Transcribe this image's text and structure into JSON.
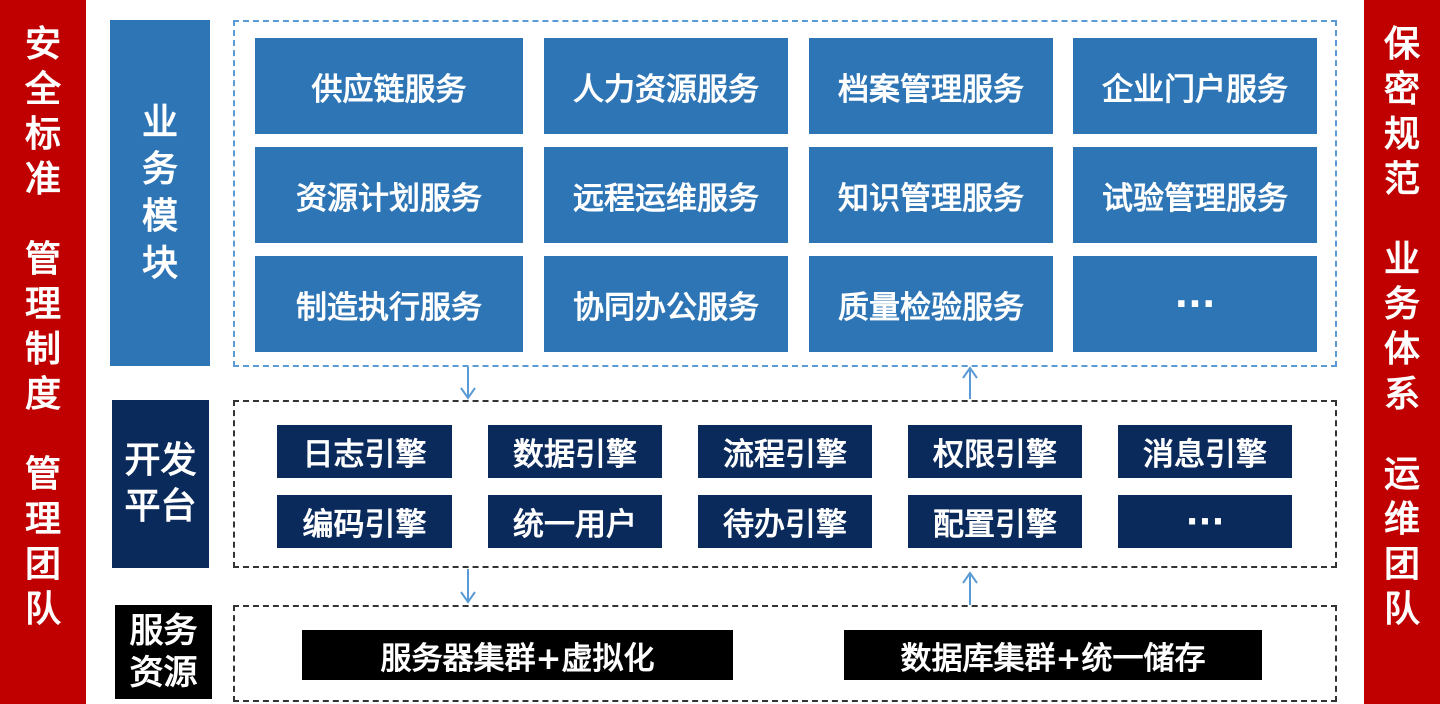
{
  "left_bar": {
    "groups": [
      [
        "安",
        "全",
        "标",
        "准"
      ],
      [
        "管",
        "理",
        "制",
        "度"
      ],
      [
        "管",
        "理",
        "团",
        "队"
      ]
    ]
  },
  "right_bar": {
    "groups": [
      [
        "保",
        "密",
        "规",
        "范"
      ],
      [
        "业",
        "务",
        "体",
        "系"
      ],
      [
        "运",
        "维",
        "团",
        "队"
      ]
    ]
  },
  "business": {
    "label": [
      "业",
      "务",
      "模",
      "块"
    ],
    "tiles": [
      "供应链服务",
      "人力资源服务",
      "档案管理服务",
      "企业门户服务",
      "资源计划服务",
      "远程运维服务",
      "知识管理服务",
      "试验管理服务",
      "制造执行服务",
      "协同办公服务",
      "质量检验服务",
      "···"
    ]
  },
  "platform": {
    "label_line1": "开发",
    "label_line2": "平台",
    "engines": [
      "日志引擎",
      "数据引擎",
      "流程引擎",
      "权限引擎",
      "消息引擎",
      "编码引擎",
      "统一用户",
      "待办引擎",
      "配置引擎",
      "···"
    ]
  },
  "resources": {
    "label_line1": "服务",
    "label_line2": "资源",
    "items": [
      "服务器集群+虚拟化",
      "数据库集群+统一储存"
    ]
  },
  "colors": {
    "side_red": "#c00000",
    "tile_blue": "#2e75b6",
    "engine_navy": "#0b2a5c",
    "resource_black": "#000000",
    "arrow_blue": "#5b9bd5"
  }
}
